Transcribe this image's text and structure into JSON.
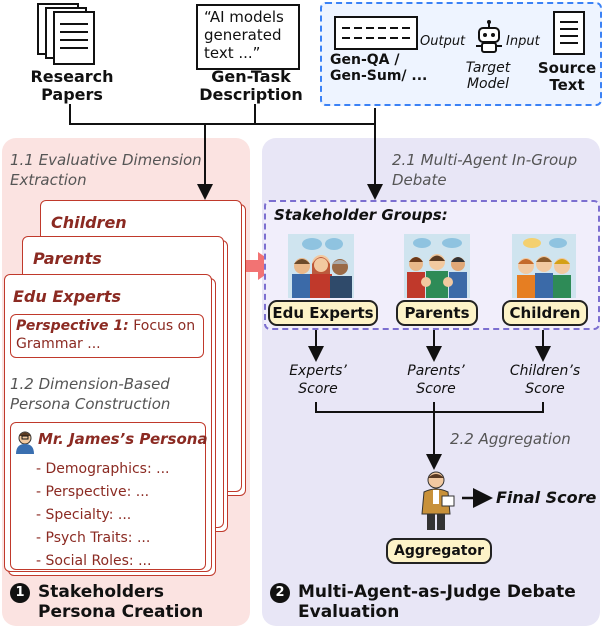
{
  "top": {
    "research_papers": "Research Papers",
    "gen_task_quote": "“AI models generated text ...”",
    "gen_task_label": "Gen-Task Description",
    "gen_outputs": "Gen-QA / Gen-Sum/ ...",
    "output_label": "Output",
    "input_label": "Input",
    "target_model": "Target Model",
    "source_text": "Source Text"
  },
  "left": {
    "step_1_1": "1.1 Evaluative Dimension Extraction",
    "cards": [
      "Children",
      "Parents",
      "Edu Experts"
    ],
    "perspective_label": "Perspective 1:",
    "perspective_value": "Focus on Grammar ...",
    "step_1_2": "1.2 Dimension-Based Persona Construction",
    "persona_title": "Mr. James’s Persona",
    "persona_items": [
      "- Demographics: ...",
      "- Perspective: ...",
      "- Specialty: ...",
      "- Psych Traits: ...",
      "- Social Roles: ..."
    ],
    "section_number": "1",
    "section_title": "Stakeholders Persona Creation"
  },
  "right": {
    "step_2_1": "2.1 Multi-Agent In-Group  Debate",
    "groups_title": "Stakeholder Groups:",
    "groups": [
      "Edu Experts",
      "Parents",
      "Children"
    ],
    "scores": [
      "Experts’ Score",
      "Parents’ Score",
      "Children’s Score"
    ],
    "step_2_2": "2.2 Aggregation",
    "final_score": "Final Score",
    "aggregator": "Aggregator",
    "section_number": "2",
    "section_title": "Multi-Agent-as-Judge Debate Evaluation"
  },
  "colors": {
    "left_panel": "#fbe3e1",
    "right_panel": "#e8e6f6",
    "accent_red": "#c0392b",
    "pill_yellow": "#fdf3c8",
    "dashed_blue": "#3b82f6",
    "dashed_purple": "#7c6fd0"
  }
}
